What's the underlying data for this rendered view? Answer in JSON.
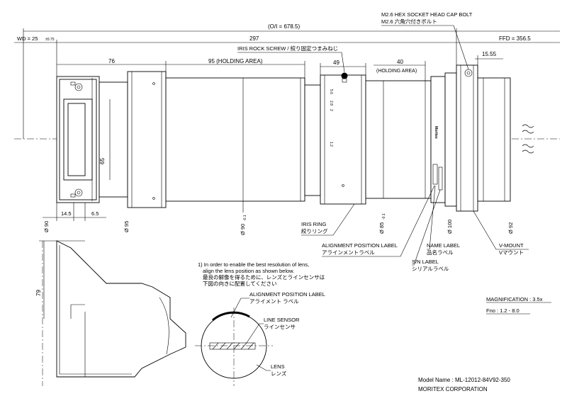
{
  "dimensions": {
    "oi": "(O/I = 678.5)",
    "wd": "WD = 25",
    "wd_tol": "±0.75",
    "length_297": "297",
    "ffd": "FFD = 356.5",
    "d_15_55": "15.55",
    "d_76": "76",
    "d_95_holding": "95 (HOLDING AREA)",
    "d_49": "49",
    "d_40": "40",
    "d_40_holding": "(HOLDING AREA)",
    "d_65": "65",
    "d_14_5": "14.5",
    "d_6_5": "6.5",
    "phi_90": "Ø 90",
    "phi_95": "Ø 95",
    "phi_90_tol": "Ø 90",
    "phi_90_tol_sub": "-0.1",
    "phi_85": "Ø 85",
    "phi_85_tol_sub": "-0.1",
    "phi_100": "Ø 100",
    "phi_92": "Ø 92",
    "d_79": "79"
  },
  "labels": {
    "bolt_en": "M2.6 HEX SOCKET HEAD CAP BOLT",
    "bolt_ja": "M2.6 六角穴付きボルト",
    "iris_screw": "IRIS ROCK SCREW / 絞り固定つまみねじ",
    "iris_ring_en": "IRIS RING",
    "iris_ring_ja": "絞りリング",
    "align_en": "ALIGNMENT POSITION LABEL",
    "align_ja": "アラインメントラベル",
    "name_en": "NAME LABEL",
    "name_ja": "品名ラベル",
    "sn_en": "S/N LABEL",
    "sn_ja": "シリアルラベル",
    "vmount_en": "V-MOUNT",
    "vmount_ja": "Vマウント"
  },
  "lens_marks": {
    "f_top": "5.6",
    "f_mid1": "2.8",
    "f_mid2": "2",
    "f_low": "1.2",
    "brand": "Moritex"
  },
  "note": {
    "line1": "1) In order to enable the best resolution of lens,",
    "line2": "align the lens position as shown below.",
    "line3": "最良の解像を得るために、レンズとラインセンサは",
    "line4": "下図の向きに配置してください"
  },
  "detail": {
    "align_en": "ALIGNMENT POSITION LABEL",
    "align_ja": "アライメント ラベル",
    "sensor_en": "LINE SENSOR",
    "sensor_ja": "ラインセンサ",
    "lens_en": "LENS",
    "lens_ja": "レンズ"
  },
  "specs": {
    "magnification": "MAGNIFICATION :  3.5x",
    "fno": "Fno :  1.2 - 8.0"
  },
  "footer": {
    "model": "Model Name :  ML-12012-84V92-350",
    "company": "MORITEX CORPORATION"
  }
}
